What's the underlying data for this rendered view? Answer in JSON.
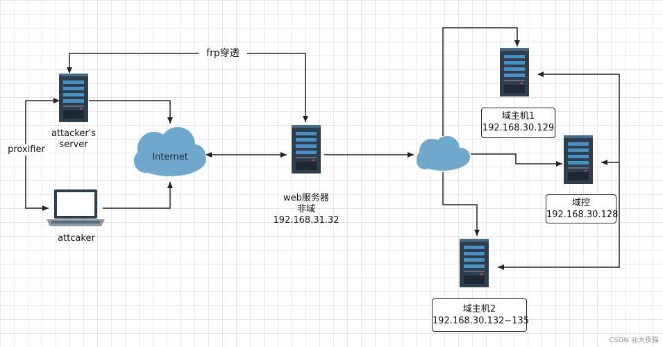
{
  "labels": {
    "attacker_server_line1": "attacker's",
    "attacker_server_line2": "server",
    "attacker_laptop": "attcaker",
    "proxifier": "proxifier",
    "internet": "Internet",
    "frp": "frp穿透",
    "web_line1": "web服务器",
    "web_line2": "非域",
    "web_ip": "192.168.31.32"
  },
  "hosts": {
    "domain_host1": {
      "name": "域主机1",
      "ip": "192.168.30.129"
    },
    "domain_controller": {
      "name": "域控",
      "ip": "192.168.30.128"
    },
    "domain_host2": {
      "name": "域主机2",
      "ip": "192.168.30.132~135"
    }
  },
  "watermark": "CSDN @大夜猫",
  "colors": {
    "cloud": "#6fa8cc",
    "server_body": "#2e3e4d",
    "server_bar": "#4a90c2",
    "line": "#222222"
  }
}
